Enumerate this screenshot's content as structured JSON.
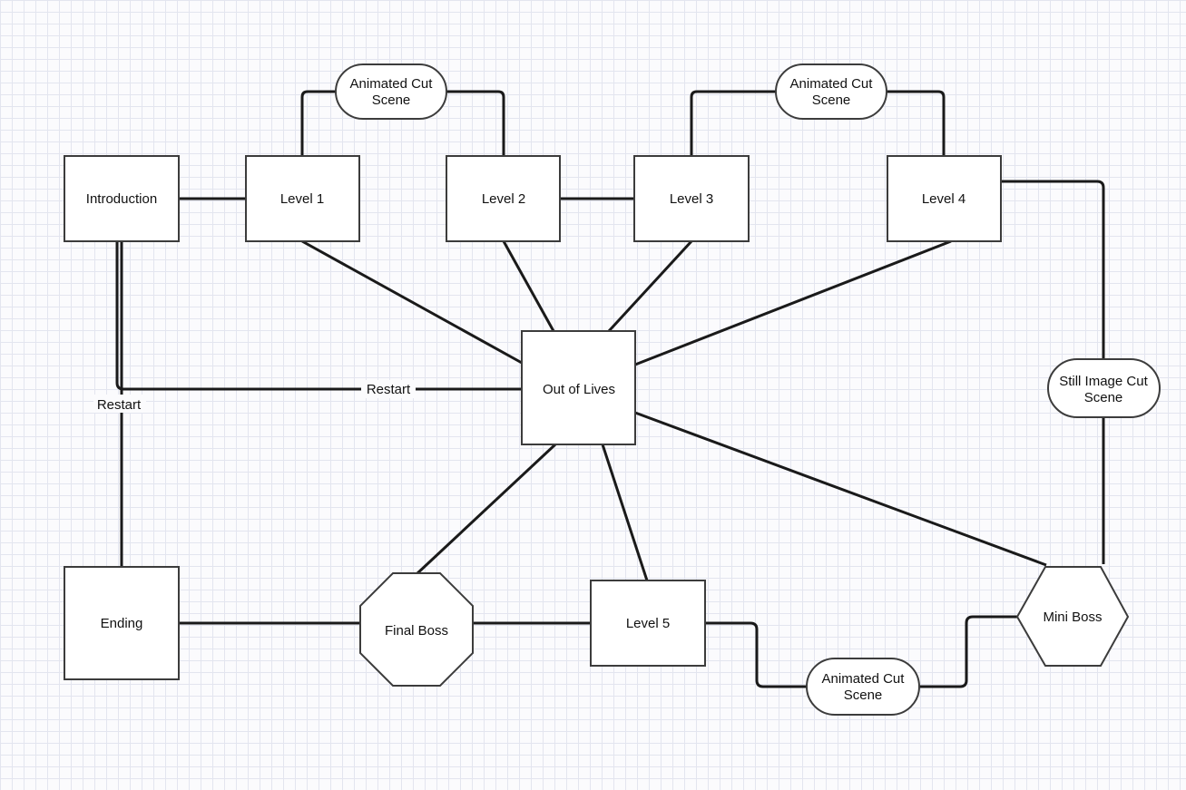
{
  "diagram": {
    "nodes": {
      "introduction": "Introduction",
      "level1": "Level 1",
      "level2": "Level 2",
      "level3": "Level 3",
      "level4": "Level 4",
      "cutscene_top_left": [
        "Animated Cut",
        "Scene"
      ],
      "cutscene_top_right": [
        "Animated Cut",
        "Scene"
      ],
      "out_of_lives": "Out of Lives",
      "still_image_cutscene": [
        "Still Image Cut",
        "Scene"
      ],
      "ending": "Ending",
      "final_boss": "Final Boss",
      "level5": "Level 5",
      "mini_boss": "Mini Boss",
      "cutscene_bottom": [
        "Animated Cut",
        "Scene"
      ]
    },
    "edge_labels": {
      "restart_horizontal": "Restart",
      "restart_vertical": "Restart"
    },
    "colors": {
      "line": "#1a1a1a",
      "shape_stroke": "#3c3c3c",
      "shape_fill": "#ffffff",
      "grid": "#e3e5ef"
    }
  }
}
